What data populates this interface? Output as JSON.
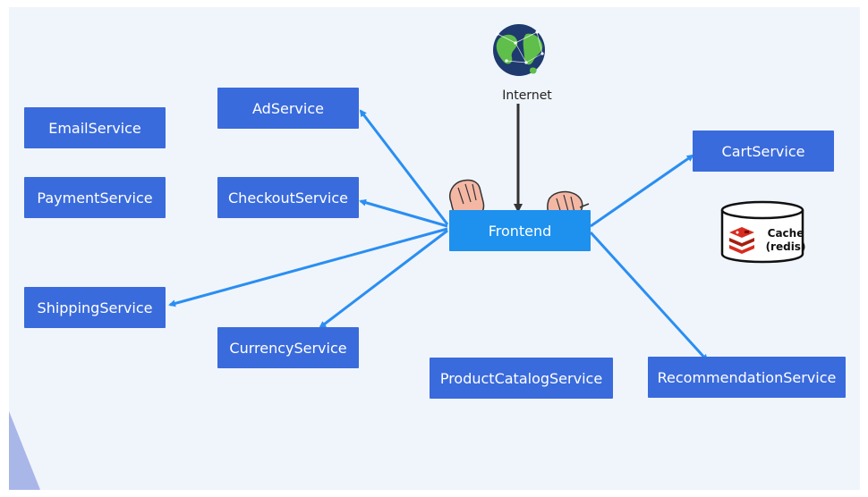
{
  "services": {
    "email": "EmailService",
    "payment": "PaymentService",
    "shipping": "ShippingService",
    "ad": "AdService",
    "checkout": "CheckoutService",
    "currency": "CurrencyService",
    "frontend": "Frontend",
    "product_catalog": "ProductCatalogService",
    "cart": "CartService",
    "recommendation": "RecommendationService"
  },
  "internet_label": "Internet",
  "cache": {
    "line1": "Cache",
    "line2": "(redis)"
  },
  "colors": {
    "service_box": "#3a6bdc",
    "frontend_box": "#1e90ee",
    "arrow": "#2a8ef2",
    "internet_arrow": "#333333",
    "background": "#f0f5fc"
  },
  "icons": [
    "globe-icon",
    "hand-pointing-icon",
    "redis-logo-icon",
    "cache-cylinder-icon"
  ]
}
